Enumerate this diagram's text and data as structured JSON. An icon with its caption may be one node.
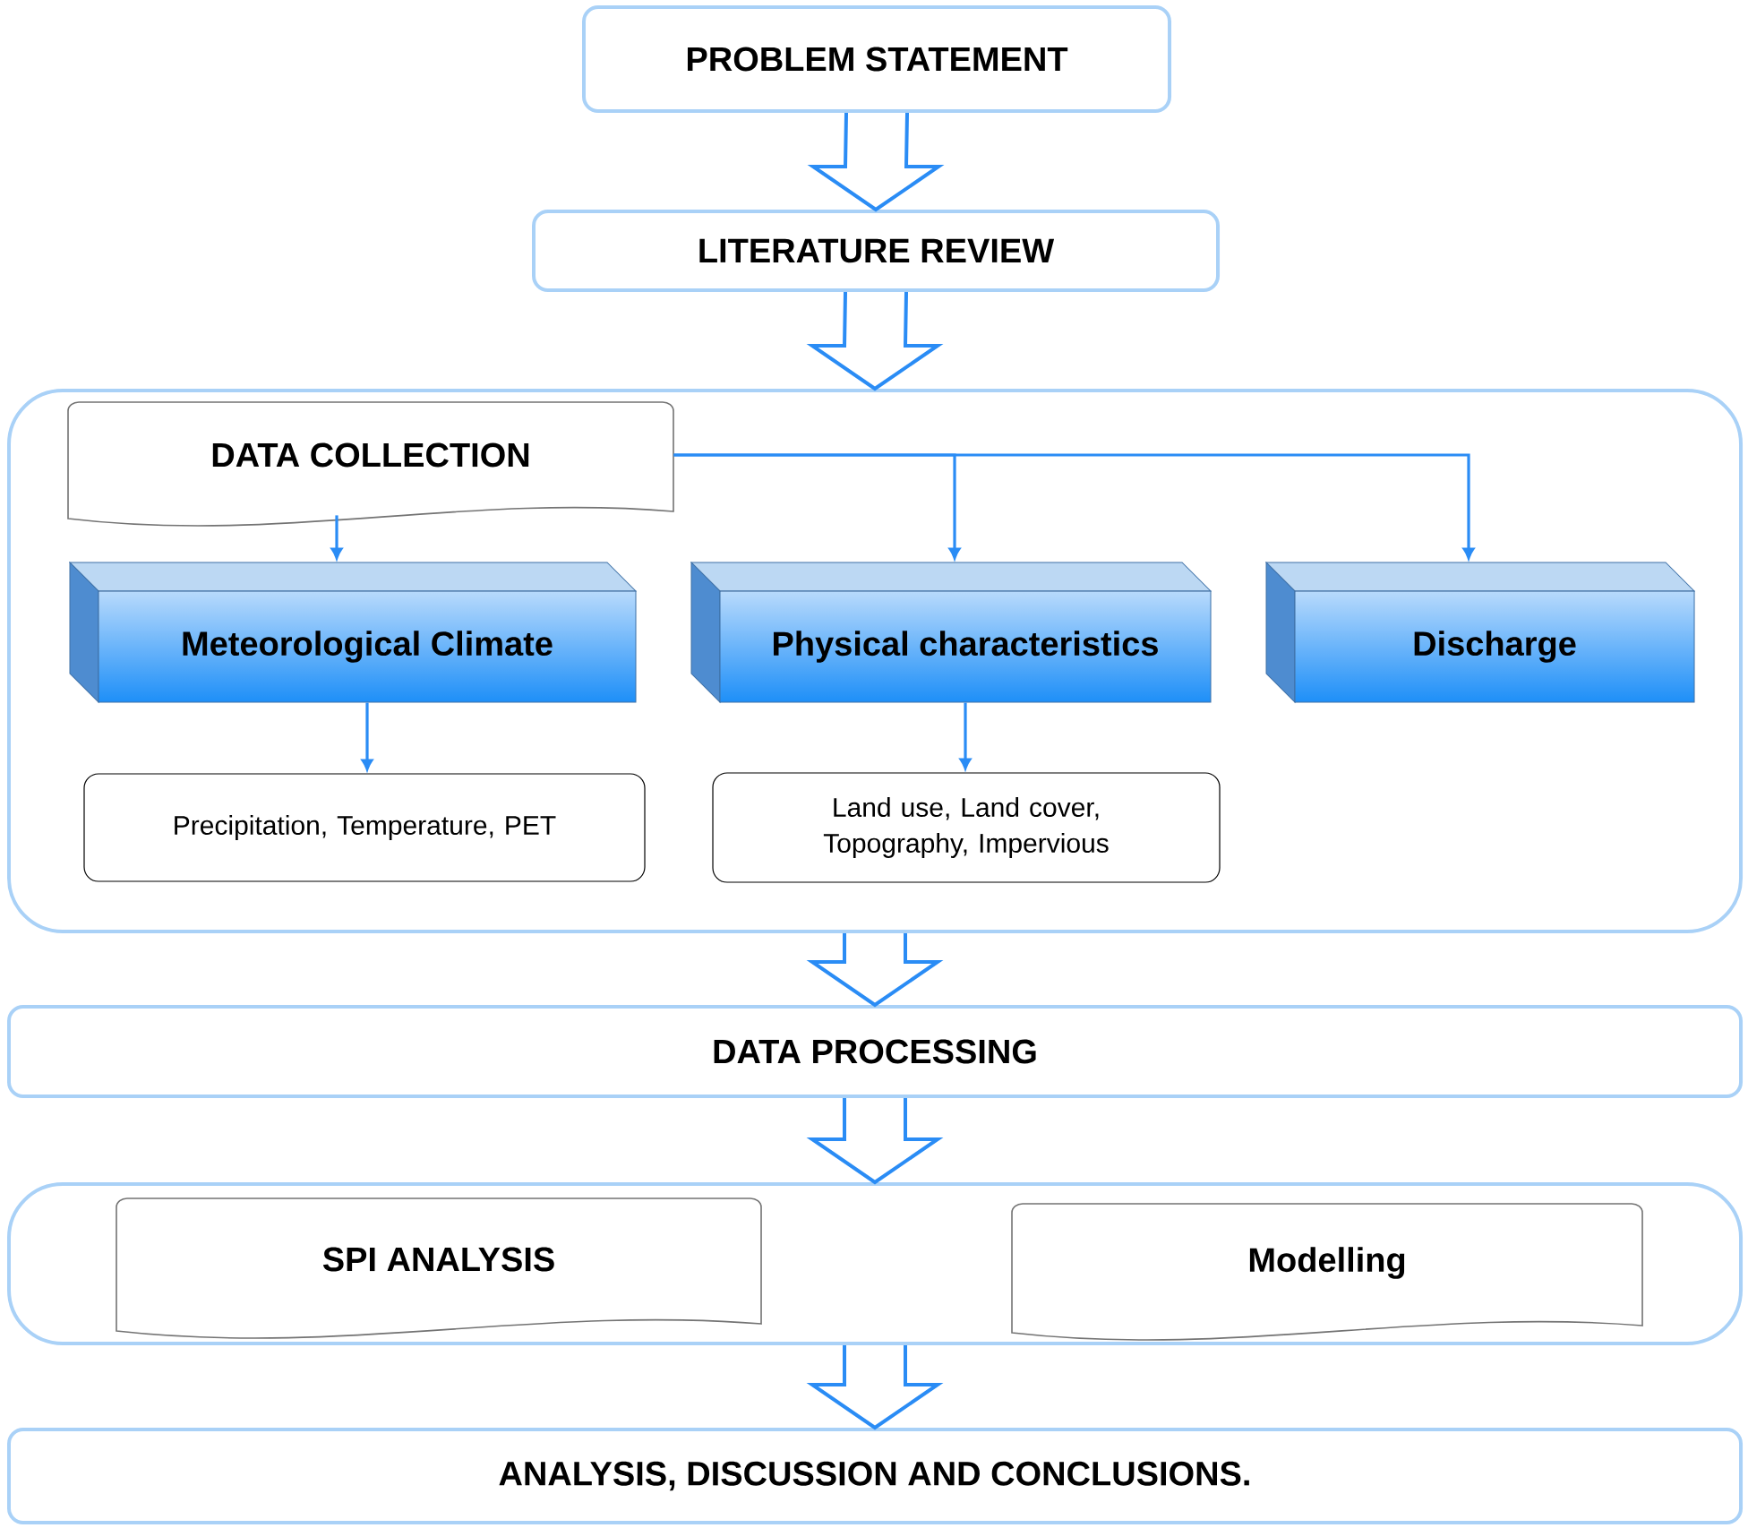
{
  "diagram": {
    "nodes": [
      {
        "text": [
          "PROBLEM STATEMENT"
        ]
      },
      {
        "text": [
          "LITERATURE REVIEW"
        ]
      },
      {
        "text": [],
        "shape": "box"
      },
      {
        "text": [
          "DATA COLLECTION"
        ],
        "in": 2
      },
      {
        "text": [
          "Meteorological Climate"
        ],
        "in": 2
      },
      {
        "text": [
          "Physical characteristics"
        ],
        "in": 2
      },
      {
        "text": [
          "Discharge"
        ],
        "in": 2
      },
      {
        "text": [
          "Precipitation, Temperature, PET"
        ],
        "in": 2
      },
      {
        "text": [
          "Land use, Land cover, Topography, Impervious"
        ],
        "in": 2
      },
      {
        "text": [
          "DATA PROCESSING"
        ]
      },
      {
        "text": [],
        "shape": "box"
      },
      {
        "text": [
          "SPI ANALYSIS"
        ],
        "in": 10
      },
      {
        "text": [
          "Modelling"
        ],
        "in": 10
      },
      {
        "text": [
          "ANALYSIS, DISCUSSION AND CONCLUSIONS."
        ]
      }
    ],
    "edges": [
      {
        "from": 0,
        "to": 1,
        "arrow": "to",
        "style": "thick"
      },
      {
        "from": 1,
        "to": 2,
        "arrow": "to",
        "style": "thick"
      },
      {
        "from": 3,
        "to": 4,
        "arrow": "to"
      },
      {
        "from": 3,
        "to": 5,
        "arrow": "to"
      },
      {
        "from": 3,
        "to": 6,
        "arrow": "to"
      },
      {
        "from": 4,
        "to": 7,
        "arrow": "to"
      },
      {
        "from": 5,
        "to": 8,
        "arrow": "to"
      },
      {
        "from": 2,
        "to": 9,
        "arrow": "to",
        "style": "thick"
      },
      {
        "from": 9,
        "to": 10,
        "arrow": "to",
        "style": "thick"
      },
      {
        "from": 10,
        "to": 13,
        "arrow": "to",
        "style": "thick"
      }
    ]
  }
}
